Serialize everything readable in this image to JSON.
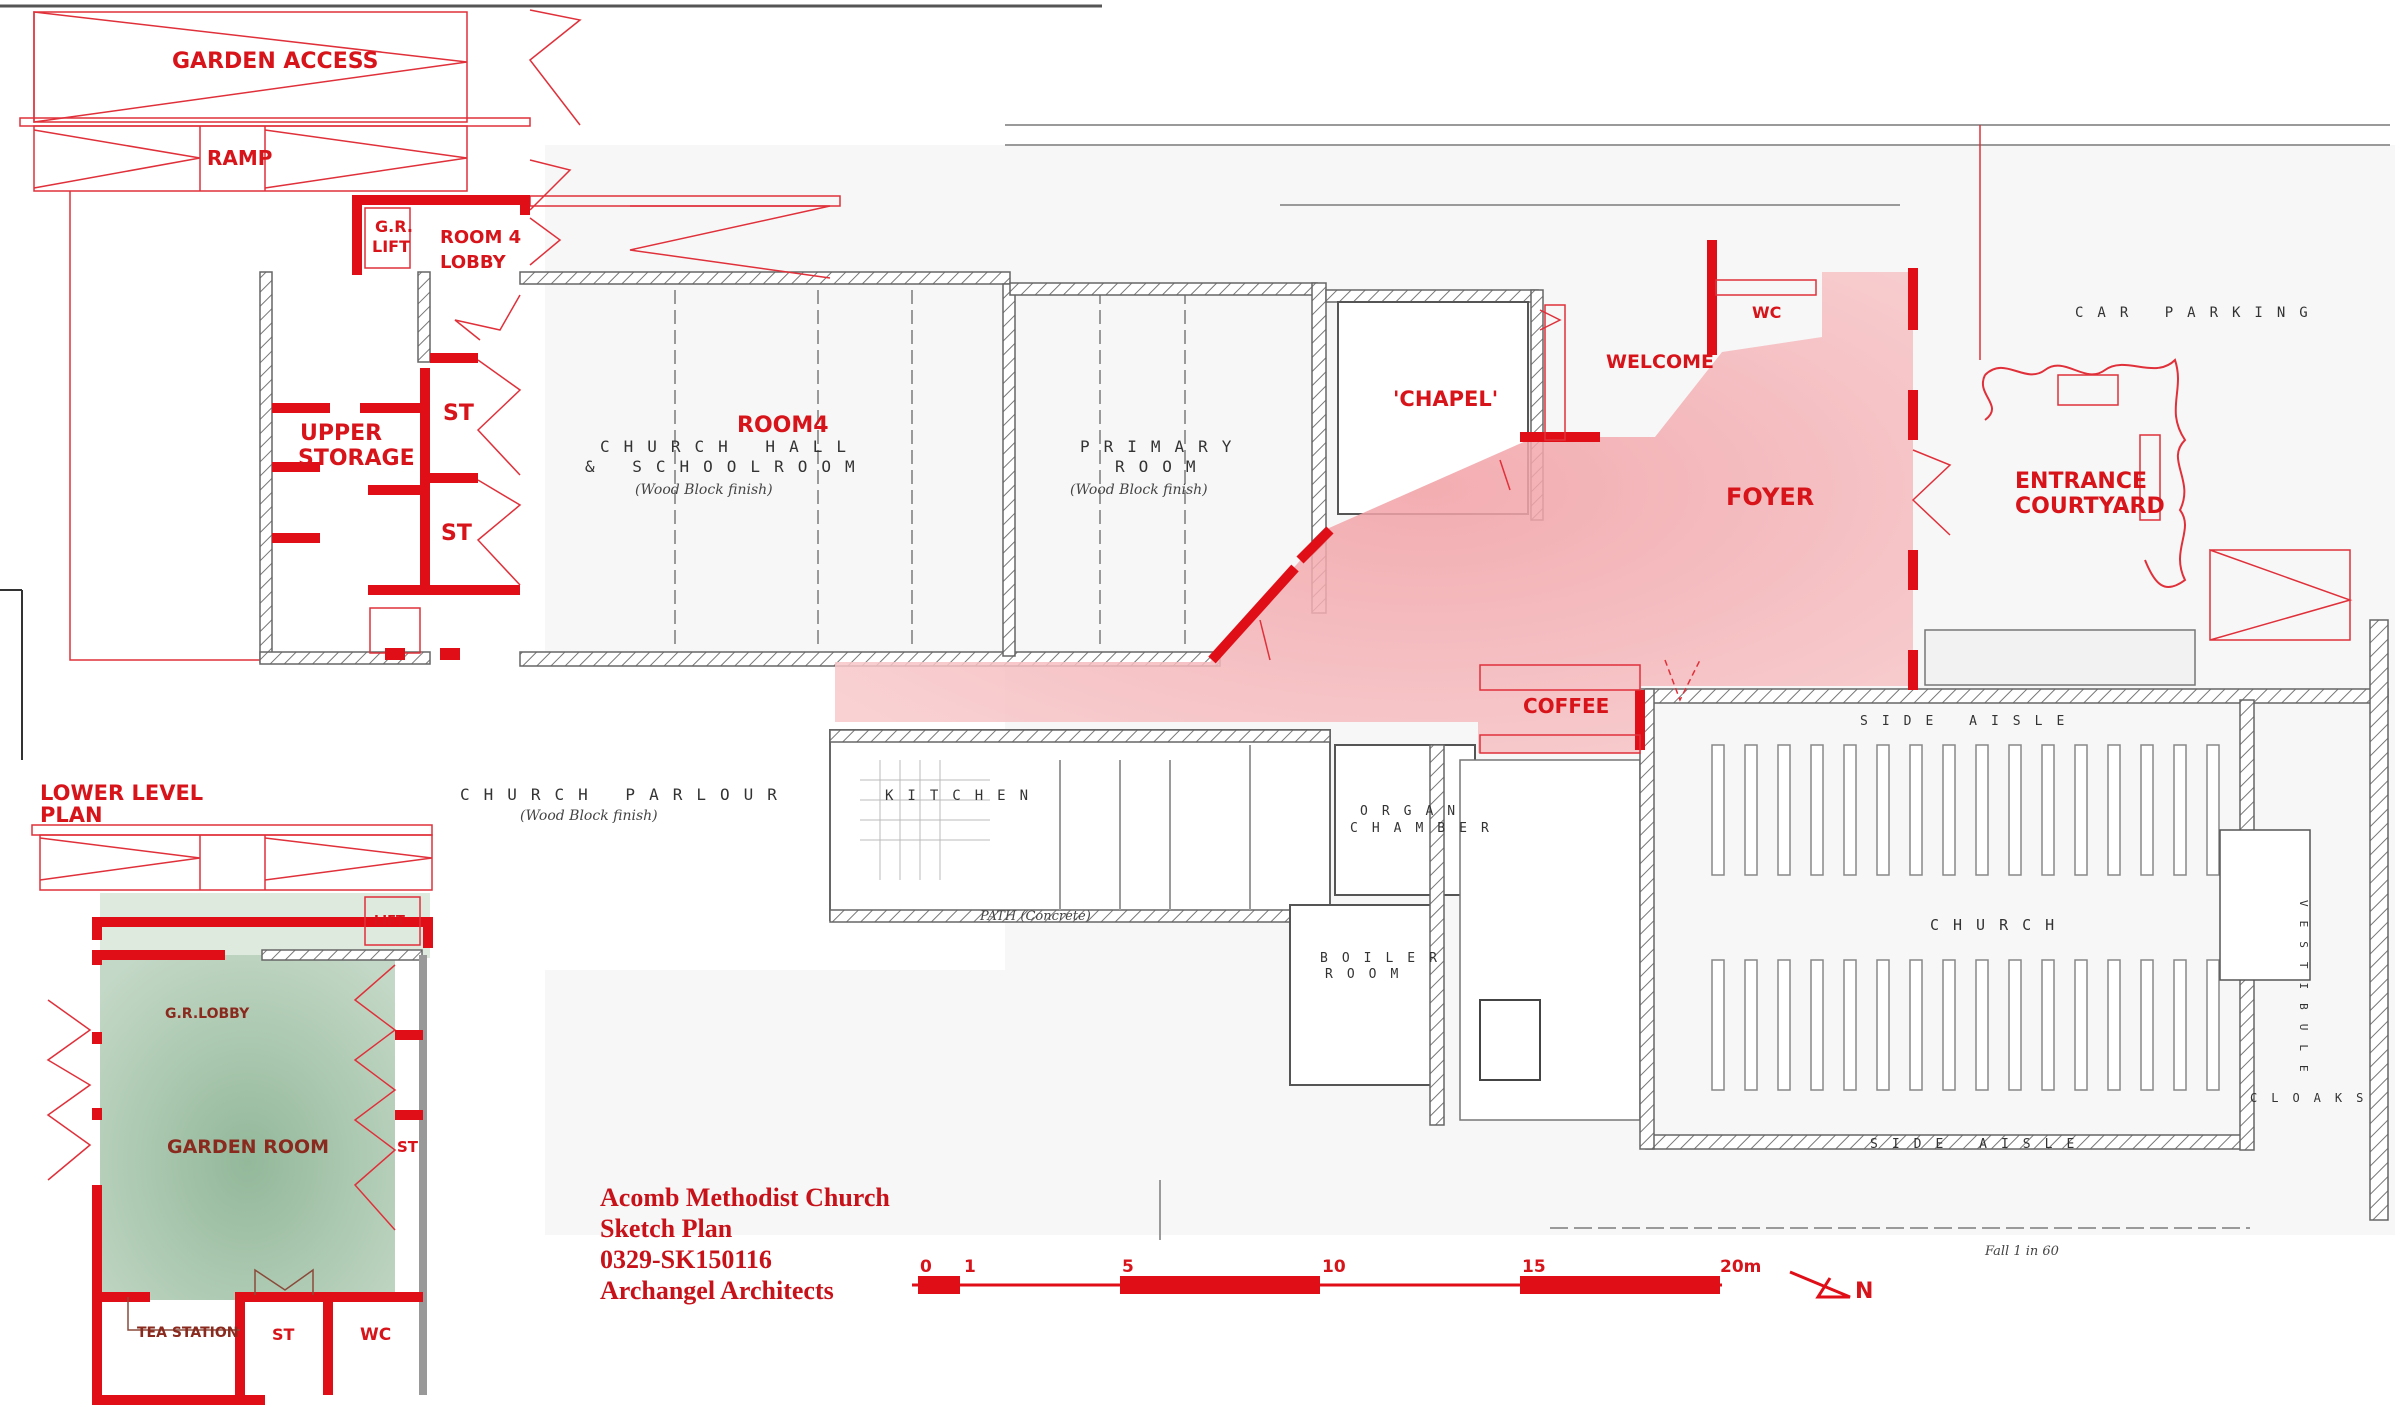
{
  "labels": {
    "garden_access": "GARDEN ACCESS",
    "ramp": "RAMP",
    "gr_lift": "G.R.",
    "gr_lift_2": "LIFT",
    "room4_lobby": "ROOM 4",
    "room4_lobby_2": "LOBBY",
    "upper_storage": "UPPER",
    "upper_storage_2": "STORAGE",
    "st_1": "ST",
    "st_2": "ST",
    "room4": "ROOM4",
    "chapel": "'CHAPEL'",
    "welcome": "WELCOME",
    "wc_upper": "WC",
    "foyer": "FOYER",
    "entrance_courtyard": "ENTRANCE",
    "entrance_courtyard_2": "COURTYARD",
    "coffee": "COFFEE",
    "lower_level_plan": "LOWER LEVEL",
    "lower_level_plan_2": "PLAN",
    "gr_lobby": "G.R.LOBBY",
    "lift": "LIFT",
    "garden_room": "GARDEN ROOM",
    "st_lower_right": "ST",
    "tea_station": "TEA STATION",
    "st_lower": "ST",
    "wc_lower": "WC"
  },
  "printed": {
    "church_hall": "CHURCH HALL",
    "schoolroom": "& SCHOOLROOM",
    "wood_block_1": "(Wood Block finish)",
    "primary": "PRIMARY",
    "room": "ROOM",
    "wood_block_2": "(Wood Block finish)",
    "church_parlour": "CHURCH PARLOUR",
    "wood_block_3": "(Wood Block finish)",
    "kitchen": "KITCHEN",
    "organ_chamber": "ORGAN",
    "organ_chamber_2": "CHAMBER",
    "boiler_room": "BOILER",
    "boiler_room_2": "ROOM",
    "church": "CHURCH",
    "side_aisle_top": "SIDE AISLE",
    "side_aisle_bottom": "SIDE AISLE",
    "car_parking": "CAR PARKING",
    "vestibule": "VESTIBULE",
    "cloaks": "CLOAKS",
    "path": "PATH (Concrete)",
    "fall": "Fall 1 in 60"
  },
  "title_block": {
    "project": "Acomb Methodist Church",
    "drawing": "Sketch Plan",
    "number": "0329-SK150116",
    "architect": "Archangel Architects"
  },
  "scale_bar": {
    "ticks": [
      "0",
      "1",
      "5",
      "10",
      "15",
      "20m"
    ],
    "north": "N"
  },
  "colors": {
    "red": "#e00e17",
    "foyer": "#f4a9ad",
    "garden": "#9dbfa3"
  }
}
